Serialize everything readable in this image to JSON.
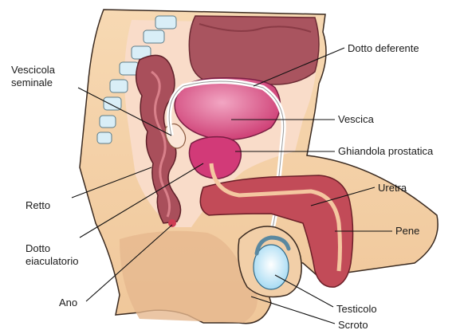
{
  "labels": {
    "vescicola_seminale": "Vescicola\nseminale",
    "retto": "Retto",
    "dotto_eiaculatorio": "Dotto\neiaculatorio",
    "ano": "Ano",
    "dotto_deferente": "Dotto deferente",
    "vescica": "Vescica",
    "ghiandola_prostatica": "Ghiandola prostatica",
    "uretra": "Uretra",
    "pene": "Pene",
    "testicolo": "Testicolo",
    "scroto": "Scroto"
  }
}
